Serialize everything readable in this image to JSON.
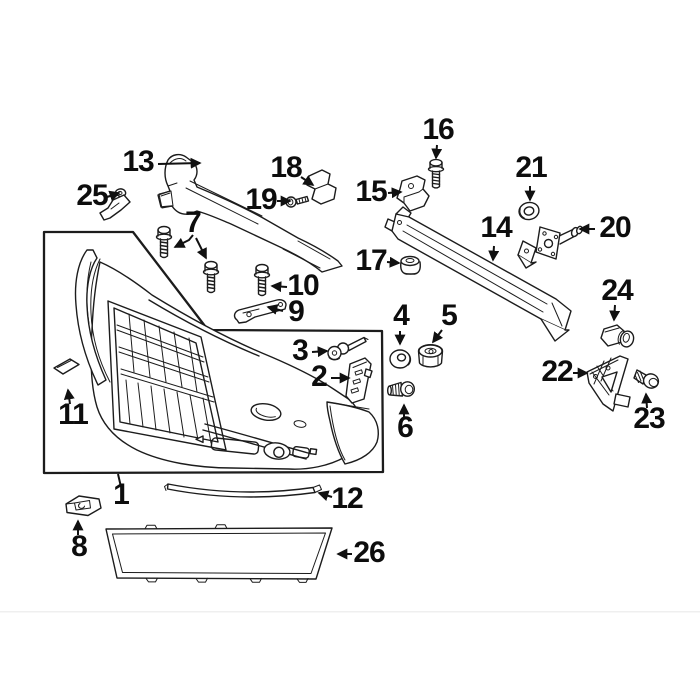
{
  "diagram": {
    "kind": "exploded-parts-diagram-line-art",
    "ink": "#1c1c1c",
    "background": "#ffffff"
  },
  "callouts": {
    "c1": "1",
    "c2": "2",
    "c3": "3",
    "c4": "4",
    "c5": "5",
    "c6": "6",
    "c7": "7",
    "c8": "8",
    "c9": "9",
    "c10": "10",
    "c11": "11",
    "c12": "12",
    "c13": "13",
    "c14": "14",
    "c15": "15",
    "c16": "16",
    "c17": "17",
    "c18": "18",
    "c19": "19",
    "c20": "20",
    "c21": "21",
    "c22": "22",
    "c23": "23",
    "c24": "24",
    "c25": "25",
    "c26": "26"
  }
}
